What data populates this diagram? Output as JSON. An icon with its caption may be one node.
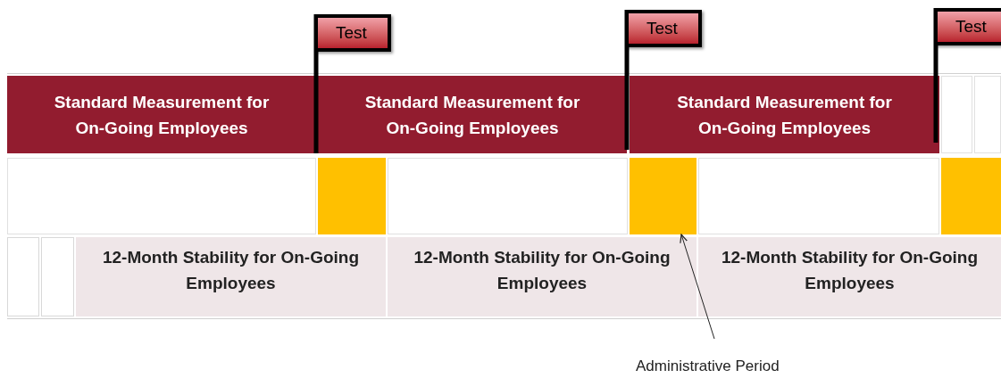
{
  "diagram": {
    "nodes": [
      {
        "text": [
          "Test"
        ]
      },
      {
        "text": [
          "Test"
        ]
      },
      {
        "text": [
          "Test"
        ]
      },
      {
        "text": [
          "Standard Measurement for On-Going Employees"
        ]
      },
      {
        "text": [
          "Standard Measurement for On-Going Employees"
        ]
      },
      {
        "text": [
          "Standard Measurement for On-Going Employees"
        ]
      },
      {
        "text": [],
        "shape": "box"
      },
      {
        "text": [],
        "shape": "box"
      },
      {
        "text": [],
        "shape": "box"
      },
      {
        "text": [
          "12-Month Stability for On-Going Employees"
        ]
      },
      {
        "text": [
          "12-Month Stability for On-Going Employees"
        ]
      },
      {
        "text": [
          "12-Month Stability for On-Going Employees"
        ]
      },
      {
        "text": [
          "Administrative Period"
        ]
      }
    ],
    "edges": [
      {
        "from": 12,
        "to": 7,
        "arrow": "to"
      }
    ]
  }
}
